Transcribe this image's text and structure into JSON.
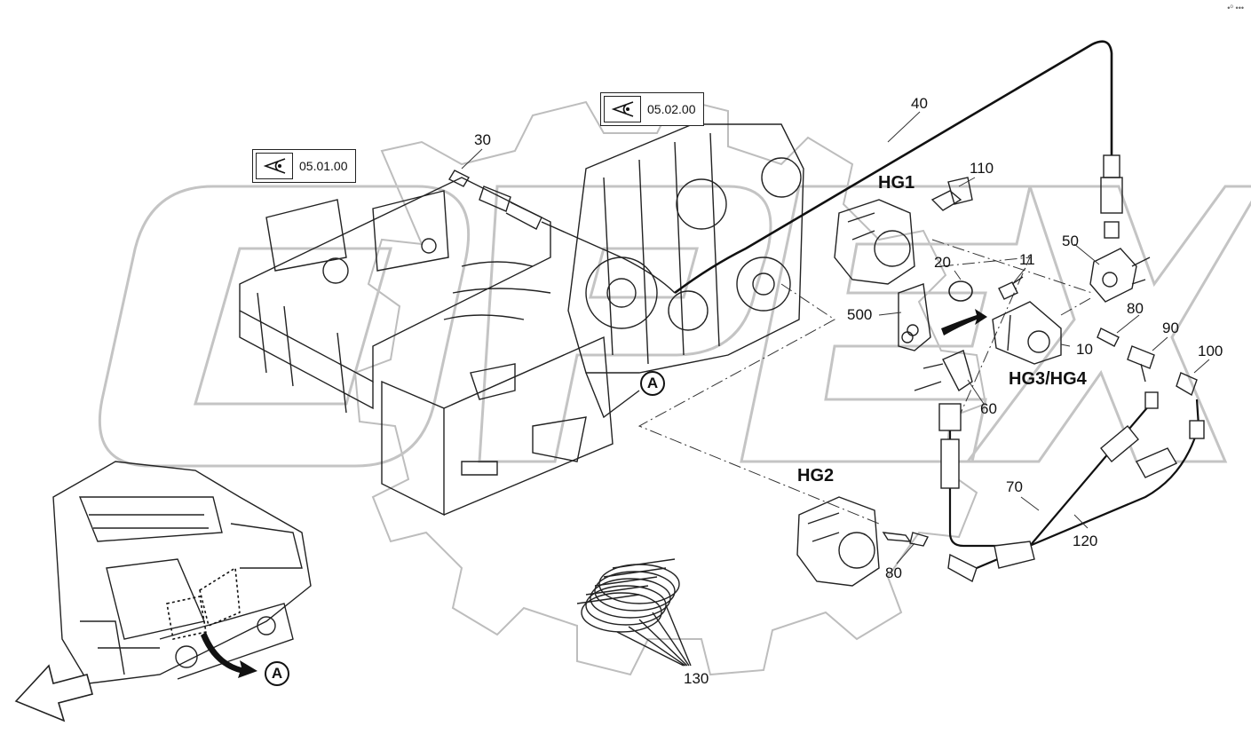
{
  "diagram": {
    "view_refs": [
      {
        "id": "ref-05-01-00",
        "label": "05.01.00"
      },
      {
        "id": "ref-05-02-00",
        "label": "05.02.00"
      }
    ],
    "detail_marker": "A",
    "group_labels": [
      "HG1",
      "HG2",
      "HG3/HG4"
    ],
    "part_labels": [
      "10",
      "11",
      "20",
      "30",
      "40",
      "50",
      "60",
      "70",
      "80",
      "80",
      "90",
      "100",
      "110",
      "120",
      "130",
      "500"
    ],
    "watermark": "OPEX",
    "corner_mark": "•⁰ •••"
  }
}
